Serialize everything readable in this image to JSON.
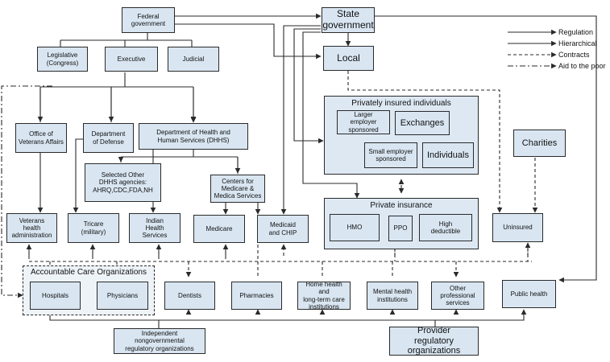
{
  "nodes": {
    "federal": "Federal\ngovernment",
    "state": "State\ngovernment",
    "legislative": "Legislative\n(Congress)",
    "executive": "Executive",
    "judicial": "Judicial",
    "local": "Local",
    "va": "Office of\nVeterans Affairs",
    "dod": "Department\nof Defense",
    "dhhs": "Department of Health and\nHuman Services (DHHS)",
    "other_dhhs": "Selected Other\nDHHS agencies:\nAHRQ,CDC,FDA,NH",
    "cms": "Centers for\nMedicare &\nMedica Services",
    "large_employer": "Larger employer\nsponsored",
    "exchanges": "Exchanges",
    "small_employer": "Small employer\nsponsored",
    "individuals": "Individuals",
    "charities": "Charities",
    "hmo": "HMO",
    "ppo": "PPO",
    "high_deductible": "High\ndeductible",
    "uninsured": "Uninsured",
    "va_health": "Veterans health\nadministration",
    "tricare": "Tricare\n(military)",
    "ihs": "Indian\nHealth Services",
    "medicare": "Medicare",
    "medicaid": "Medicaid\nand CHIP",
    "hospitals": "Hospitals",
    "physicians": "Physicians",
    "dentists": "Dentists",
    "pharmacies": "Pharmacies",
    "home_health": "Home health and\nlong-term care\ninstitutions",
    "mental_health": "Mental health\ninstitutions",
    "other_prof": "Other professional\nservices",
    "public_health": "Public health",
    "independent": "Independent nongovernmental\nregulatory organizations",
    "provider_reg": "Provider\nregulatory organizations"
  },
  "groups": {
    "privately_insured": "Privately insured individuals",
    "private_insurance": "Private insurance",
    "aco": "Accountable Care Organizations"
  },
  "legend": {
    "regulation": "Regulation",
    "hierarchical": "Hierarchical",
    "contracts": "Contracts",
    "aid": "Aid to the poor"
  },
  "colors": {
    "box_fill": "#d9e6f2",
    "line": "#2a2a2a"
  }
}
